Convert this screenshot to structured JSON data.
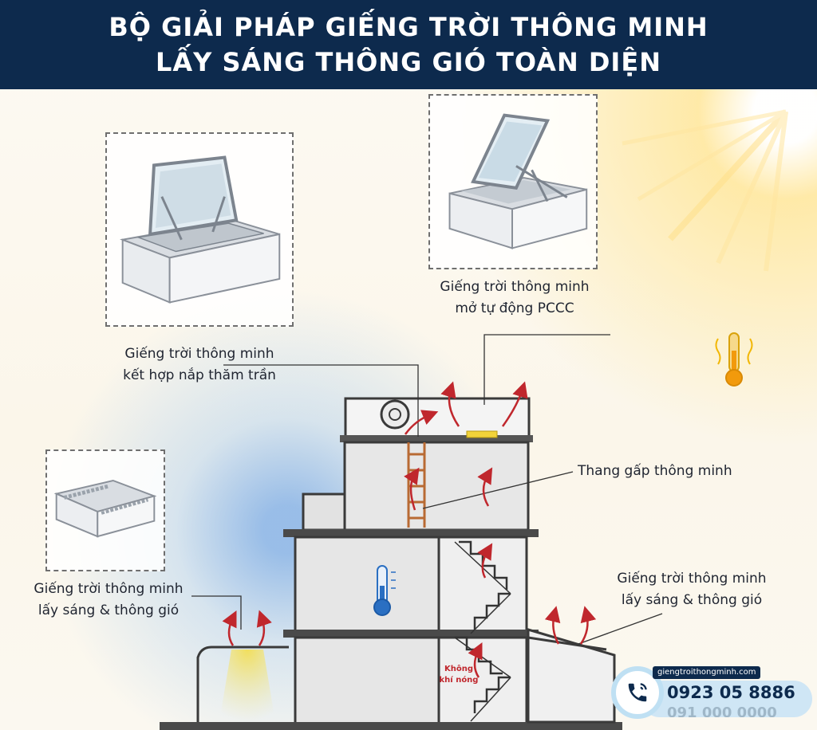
{
  "header": {
    "line1": "BỘ GIẢI PHÁP GIẾNG TRỜI THÔNG MINH",
    "line2": "LẤY SÁNG THÔNG GIÓ TOÀN DIỆN"
  },
  "labels": {
    "auto_pccc_1": "Giếng trời thông minh",
    "auto_pccc_2": "mở tự động PCCC",
    "ceiling_hatch_1": "Giếng trời thông minh",
    "ceiling_hatch_2": "kết hợp nắp thăm trần",
    "folding_ladder": "Thang gấp thông minh",
    "left_vent_1": "Giếng trời thông minh",
    "left_vent_2": "lấy sáng & thông gió",
    "right_vent_1": "Giếng trời thông minh",
    "right_vent_2": "lấy sáng & thông gió",
    "hot_air_1": "Không",
    "hot_air_2": "khí nóng"
  },
  "contact": {
    "website": "giengtroithongminh.com",
    "phone": "0923 05 8886",
    "phone_partial": "091 000 0000"
  },
  "icons": {
    "sun": "sun-icon",
    "hot_thermometer": "thermometer-hot-icon",
    "cold_thermometer": "thermometer-cold-icon",
    "phone": "phone-icon"
  },
  "colors": {
    "header_bg": "#0d2a4d",
    "arrow": "#c0272d",
    "light": "#f5e25a",
    "wall": "#3a3a3a"
  }
}
